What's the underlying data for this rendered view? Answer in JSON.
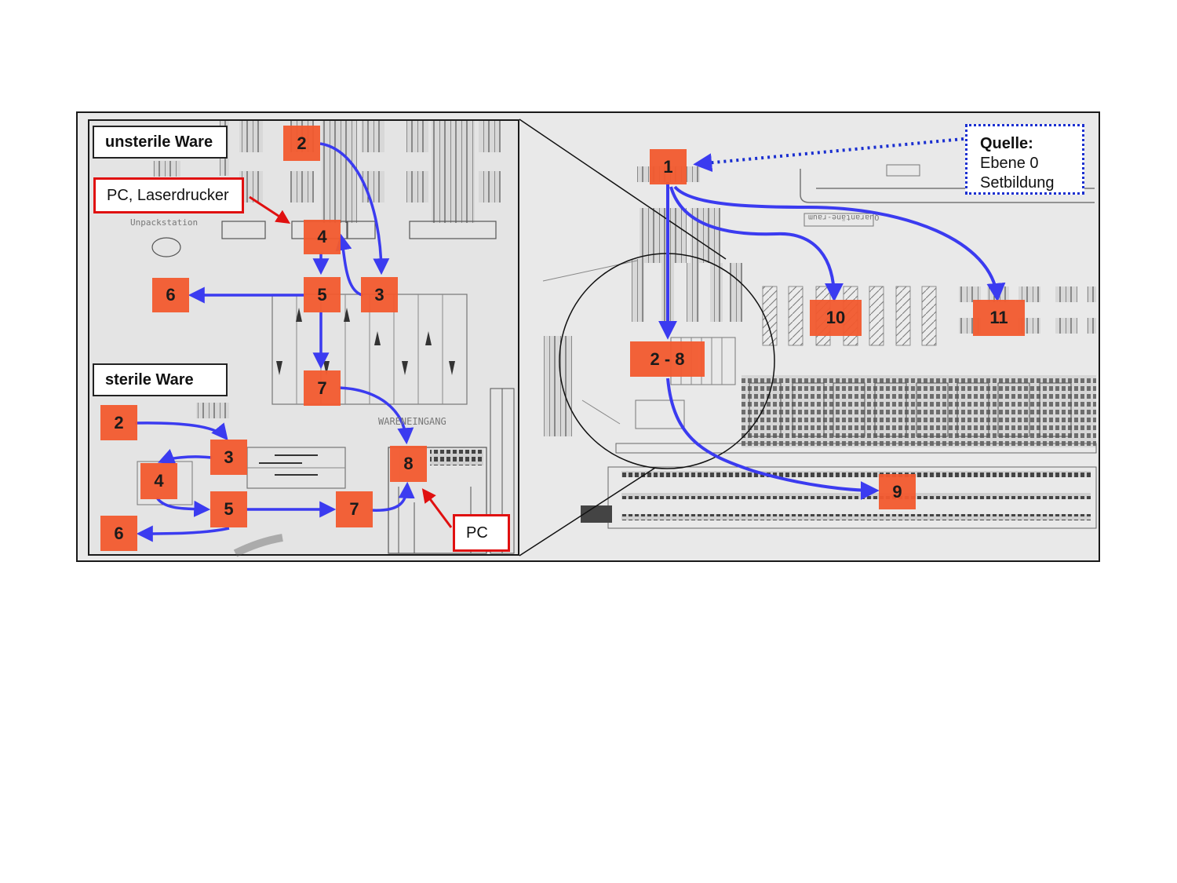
{
  "labels": {
    "unsterile": "unsterile Ware",
    "sterile": "sterile Ware",
    "pc_printer": "PC, Laserdrucker",
    "pc": "PC"
  },
  "source": {
    "title": "Quelle:",
    "line1": "Ebene 0",
    "line2": "Setbildung"
  },
  "drawing_text": {
    "unpackstation": "Unpackstation",
    "wareneingang": "WARENEINGANG",
    "quarantaene": "Quarantäne-raum"
  },
  "inset_unsterile_markers": [
    "2",
    "4",
    "5",
    "3",
    "6",
    "7",
    "8"
  ],
  "inset_sterile_markers": [
    "2",
    "3",
    "4",
    "5",
    "7",
    "6"
  ],
  "overview_markers": [
    "1",
    "2 - 8",
    "9",
    "10",
    "11"
  ],
  "colors": {
    "marker": "#f35a2f",
    "flow_arrow": "#3b3bf0",
    "callout_arrow": "#e01010",
    "source_border": "#1a2fd0"
  }
}
